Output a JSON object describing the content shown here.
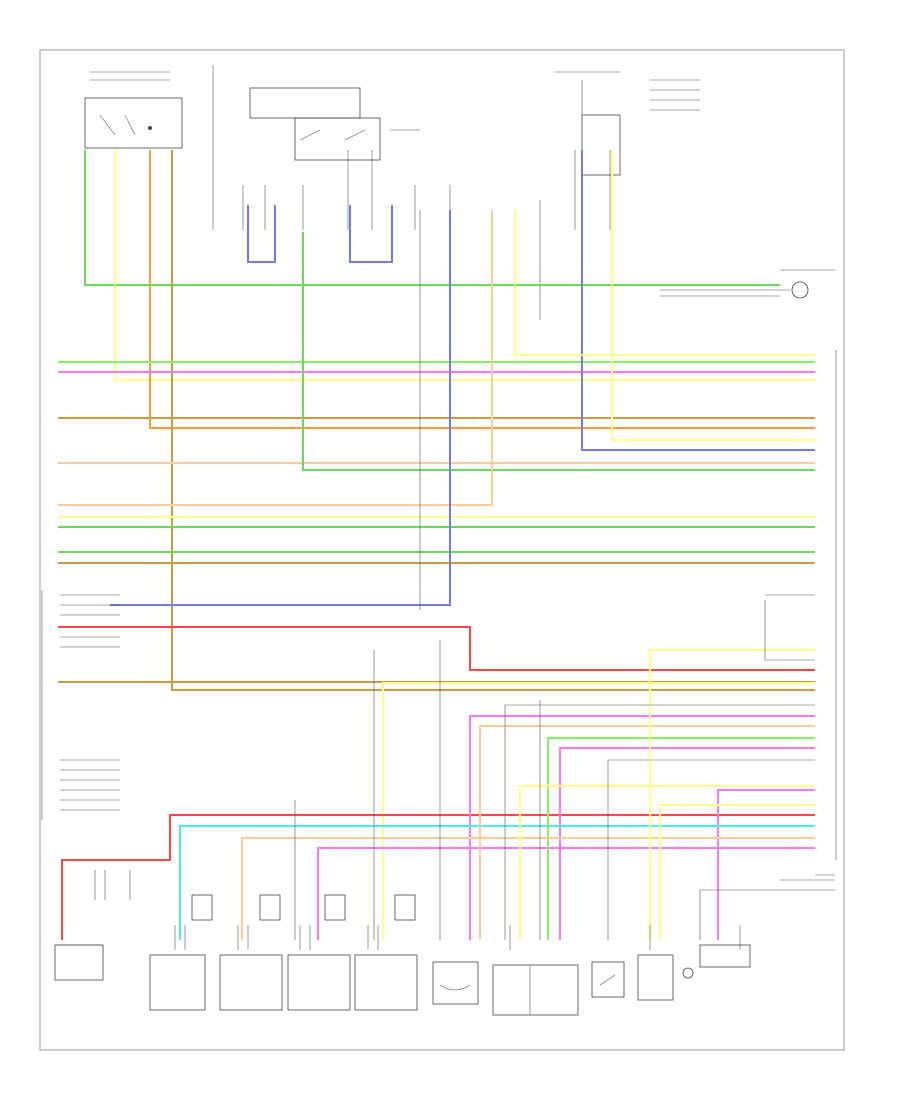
{
  "diagram": {
    "wire_colors": {
      "green": "#66dd55",
      "yellow": "#ffff88",
      "orange": "#ff9933",
      "pink": "#ff77ee",
      "tan": "#cc9944",
      "blue": "#7777ee",
      "red": "#ff4444",
      "cyan": "#44eeee",
      "peach": "#ffcc99",
      "lightgreen": "#88ee66",
      "gray": "#888888"
    },
    "components": [
      {
        "id": "top-switch-block"
      },
      {
        "id": "ignition-switch"
      },
      {
        "id": "fuse-relay-box"
      },
      {
        "id": "fuel-pump"
      },
      {
        "id": "actuator-left"
      },
      {
        "id": "sensor-stack"
      },
      {
        "id": "injector-1"
      },
      {
        "id": "injector-2"
      },
      {
        "id": "injector-3"
      },
      {
        "id": "injector-4"
      },
      {
        "id": "throttle-body"
      },
      {
        "id": "map-sensor"
      },
      {
        "id": "switch-bottom"
      },
      {
        "id": "speed-sensor"
      },
      {
        "id": "position-sensor"
      }
    ]
  }
}
